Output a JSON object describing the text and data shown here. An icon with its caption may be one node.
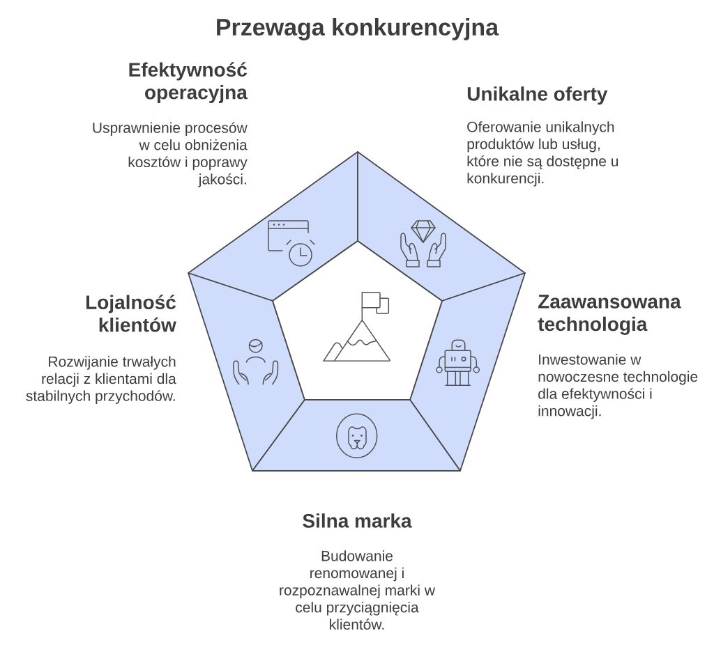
{
  "diagram": {
    "title": "Przewaga konkurencyjna",
    "nodes": [
      {
        "text": [
          "Efektywność operacyjna",
          "Usprawnienie procesów w celu obniżenia kosztów i poprawy jakości."
        ]
      },
      {
        "text": [
          "Unikalne oferty",
          "Oferowanie unikalnych produktów lub usług, które nie są dostępne u konkurencji."
        ]
      },
      {
        "text": [
          "Lojalność klientów",
          "Rozwijanie trwałych relacji z klientami dla stabilnych przychodów."
        ]
      },
      {
        "text": [
          "Zaawansowana technologia",
          "Inwestowanie w nowoczesne technologie dla efektywności i innowacji."
        ]
      },
      {
        "text": [
          "Silna marka",
          "Budowanie renomowanej i rozpoznawalnej marki w celu przyciągnięcia klientów."
        ]
      },
      {
        "text": [],
        "shape": "pentagon"
      }
    ]
  }
}
